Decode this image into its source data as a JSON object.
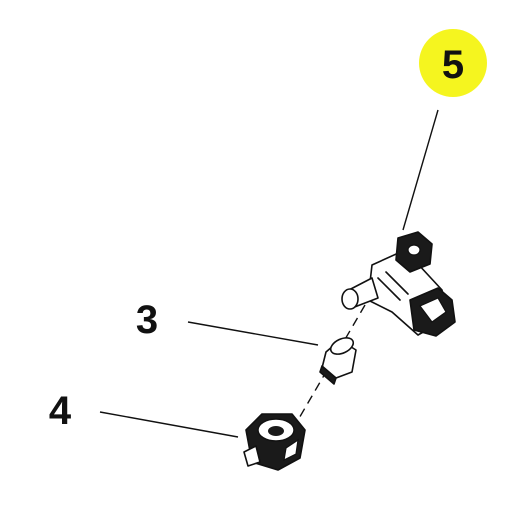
{
  "callouts": {
    "item3": {
      "label": "3"
    },
    "item4": {
      "label": "4"
    },
    "item5": {
      "label": "5",
      "highlight_color": "#f5f51f"
    }
  },
  "parts": {
    "nozzle_assembly_icon": "nozzle-body-icon",
    "check_valve_icon": "check-valve-icon",
    "cap_icon": "nozzle-cap-icon"
  }
}
